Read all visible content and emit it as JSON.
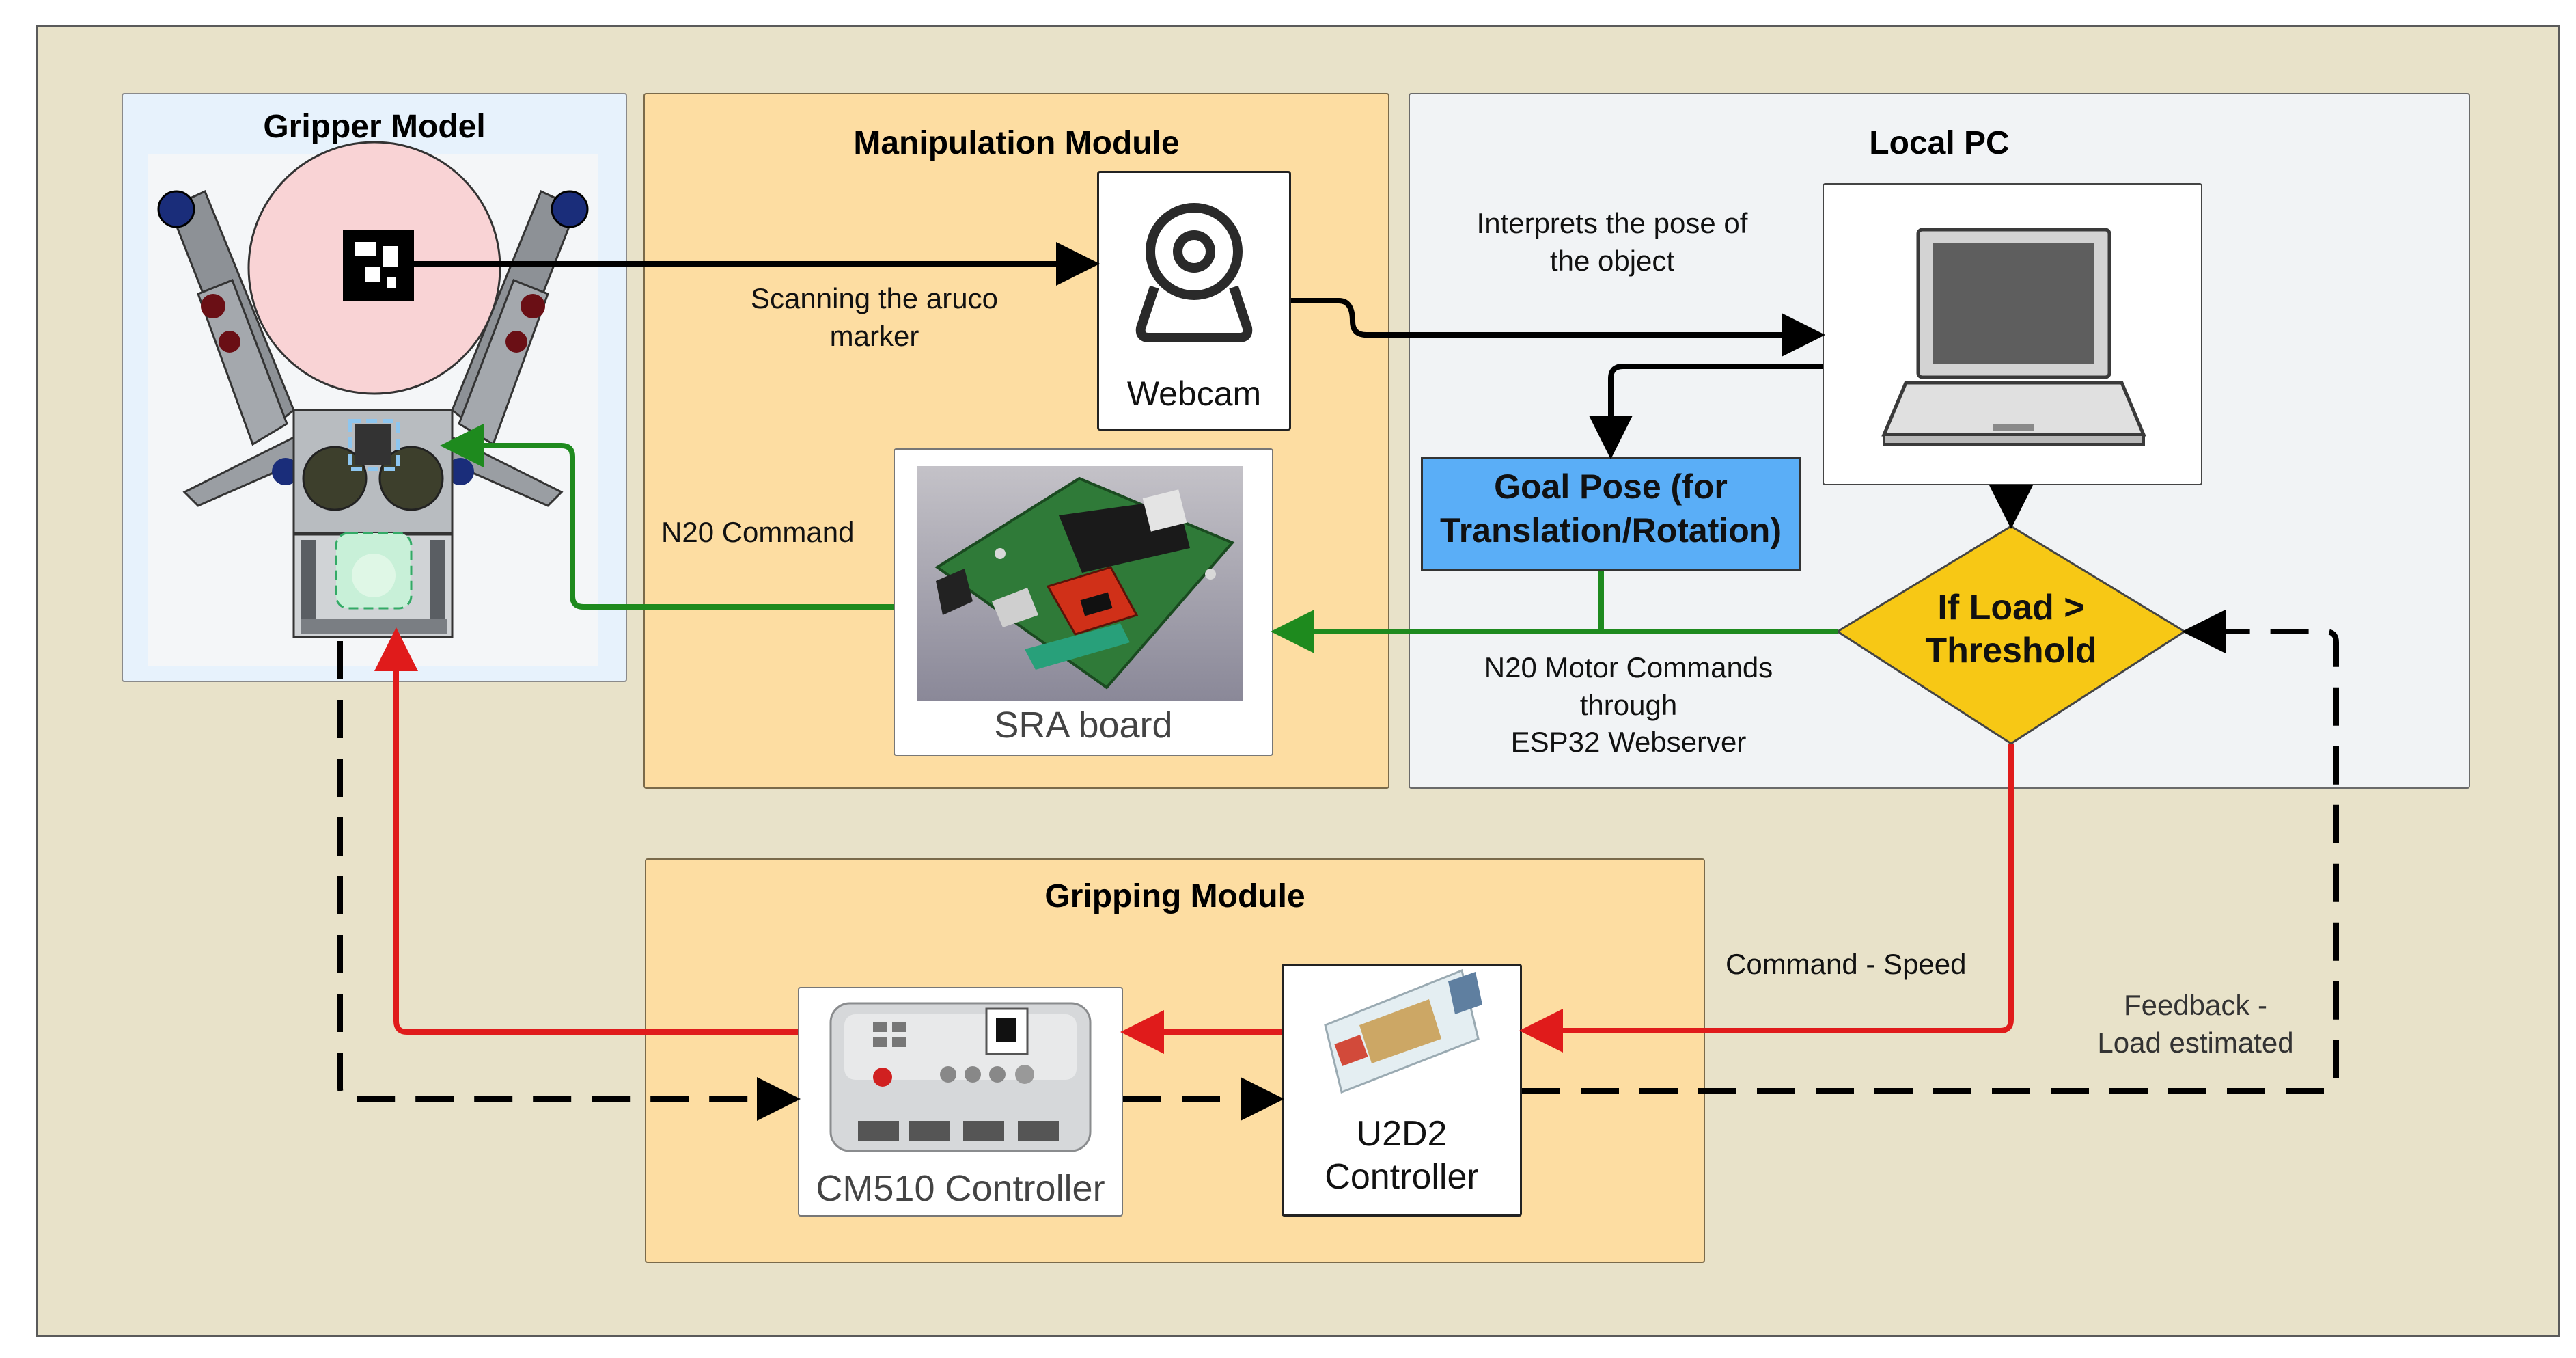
{
  "colors": {
    "canvas_bg": "#e8e2c9",
    "module_bg": "#fddda2",
    "pc_bg": "#f1f3f5",
    "gripper_bg": "#e7f2fc",
    "goal_fill": "#5aaef7",
    "decision_fill": "#f7c815",
    "arrow_black": "#000000",
    "arrow_green": "#1e8a1e",
    "arrow_red": "#e01b1b"
  },
  "gripper": {
    "title": "Gripper Model"
  },
  "manipulation": {
    "title": "Manipulation Module",
    "webcam_label": "Webcam",
    "webcam_icon": "webcam-icon",
    "sra_label": "SRA board",
    "sra_icon": "circuit-board-icon"
  },
  "local_pc": {
    "title": "Local PC",
    "laptop_icon": "laptop-icon",
    "goal_pose": "Goal Pose (for\nTranslation/Rotation)",
    "decision": "If Load >\nThreshold"
  },
  "gripping": {
    "title": "Gripping Module",
    "cm510_label": "CM510 Controller",
    "u2d2_label": "U2D2\nController"
  },
  "labels": {
    "scanning": "Scanning the aruco\nmarker",
    "interprets": "Interprets the pose of\nthe object",
    "n20_command": "N20 Command",
    "n20_motor": "N20 Motor Commands\nthrough\nESP32 Webserver",
    "command_speed": "Command - Speed",
    "feedback": "Feedback -\nLoad estimated"
  }
}
